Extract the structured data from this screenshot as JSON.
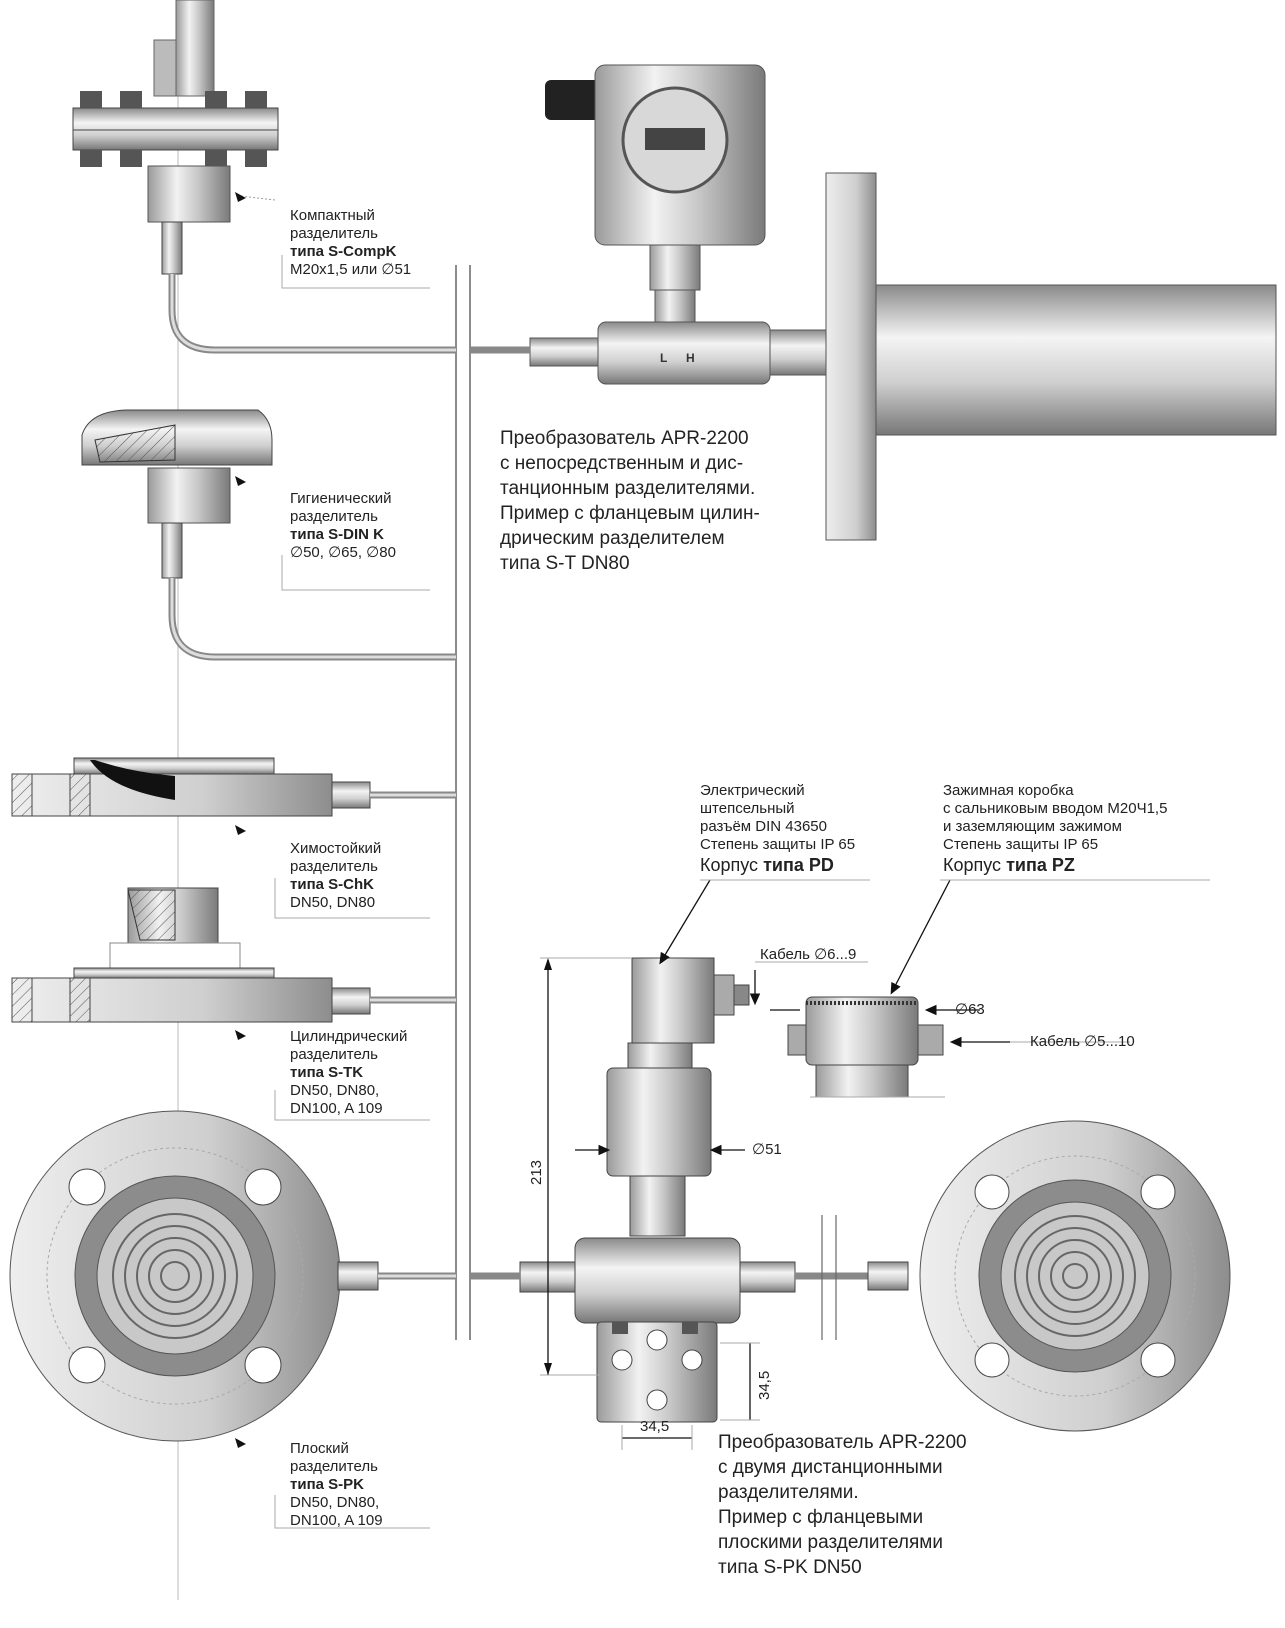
{
  "labels": {
    "compact": {
      "line1": "Компактный",
      "line2": "разделитель",
      "line3": "типа S-CompK",
      "line4": "M20x1,5 или ∅51"
    },
    "hygienic": {
      "line1": "Гигиенический",
      "line2": "разделитель",
      "line3": "типа S-DIN K",
      "line4": "∅50, ∅65, ∅80"
    },
    "chemical": {
      "line1": "Химостойкий",
      "line2": "разделитель",
      "line3": "типа S-ChK",
      "line4": "DN50, DN80"
    },
    "cylindrical": {
      "line1": "Цилиндрический",
      "line2": "разделитель",
      "line3": "типа S-TK",
      "line4": "DN50, DN80,",
      "line5": "DN100, A 109"
    },
    "flat": {
      "line1": "Плоский",
      "line2": "разделитель",
      "line3": "типа S-PK",
      "line4": "DN50, DN80,",
      "line5": "DN100, A 109"
    },
    "transmitter_top": {
      "line1": "Преобразователь APR-2200",
      "line2": "с непосредственным и дис-",
      "line3": "танционным разделителями.",
      "line4": "Пример с фланцевым цилин-",
      "line5": "дрическим разделителем",
      "line6": "типа S-T DN80"
    },
    "transmitter_bottom": {
      "line1": "Преобразователь APR-2200",
      "line2": "с двумя дистанционными",
      "line3": "разделителями.",
      "line4": "Пример с фланцевыми",
      "line5": "плоскими разделителями",
      "line6": "типа S-PK DN50"
    },
    "housing_pd": {
      "line1": "Электрический",
      "line2": "штепсельный",
      "line3": "разъём DIN 43650",
      "line4": "Степень защиты IP 65",
      "line5_pre": "Корпус ",
      "line5_bold": "типа PD"
    },
    "housing_pz": {
      "line1": "Зажимная коробка",
      "line2": "с сальниковым вводом M20Ч1,5",
      "line3": "и заземляющим зажимом",
      "line4": "Степень защиты IP 65",
      "line5_pre": "Корпус ",
      "line5_bold": "типа PZ"
    }
  },
  "dimensions": {
    "cable_pd": "Кабель ∅6...9",
    "cable_pz": "Кабель ∅5...10",
    "d63": "∅63",
    "d51": "∅51",
    "h213": "213",
    "w345_h": "34,5",
    "w345_v": "34,5"
  },
  "markings": {
    "low": "L",
    "high": "H"
  }
}
